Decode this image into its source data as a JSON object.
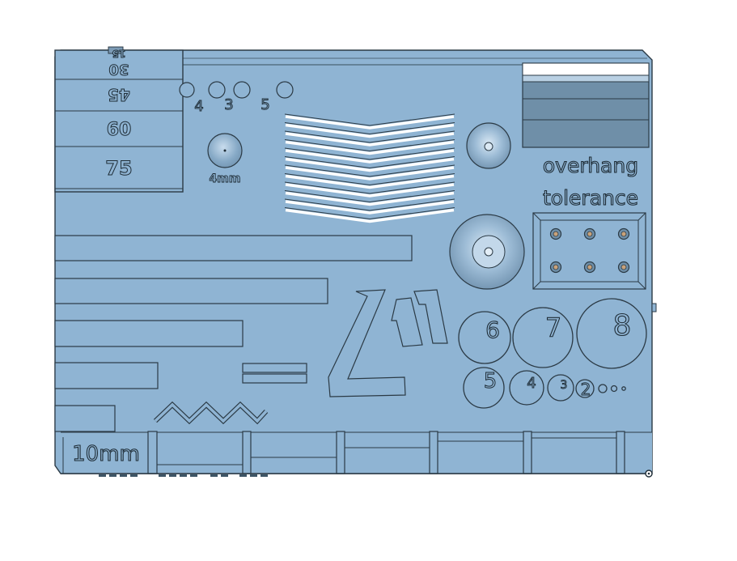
{
  "labels": {
    "angles": [
      "15",
      "30",
      "45",
      "60",
      "75"
    ],
    "hole_sizes": [
      "4",
      "3",
      "5"
    ],
    "cone_size": "4mm",
    "overhang": "overhang",
    "tolerance": "tolerance",
    "circles_large": [
      "6",
      "7",
      "8"
    ],
    "circles_small": [
      "5",
      "4",
      "3",
      "2"
    ],
    "bridge_length": "10mm"
  },
  "colors": {
    "model": "#8fb4d3",
    "edge": "#2b3a45",
    "shadow": "#6f8fa8",
    "highlight": "#dbe9f4",
    "background": "#ffffff"
  }
}
